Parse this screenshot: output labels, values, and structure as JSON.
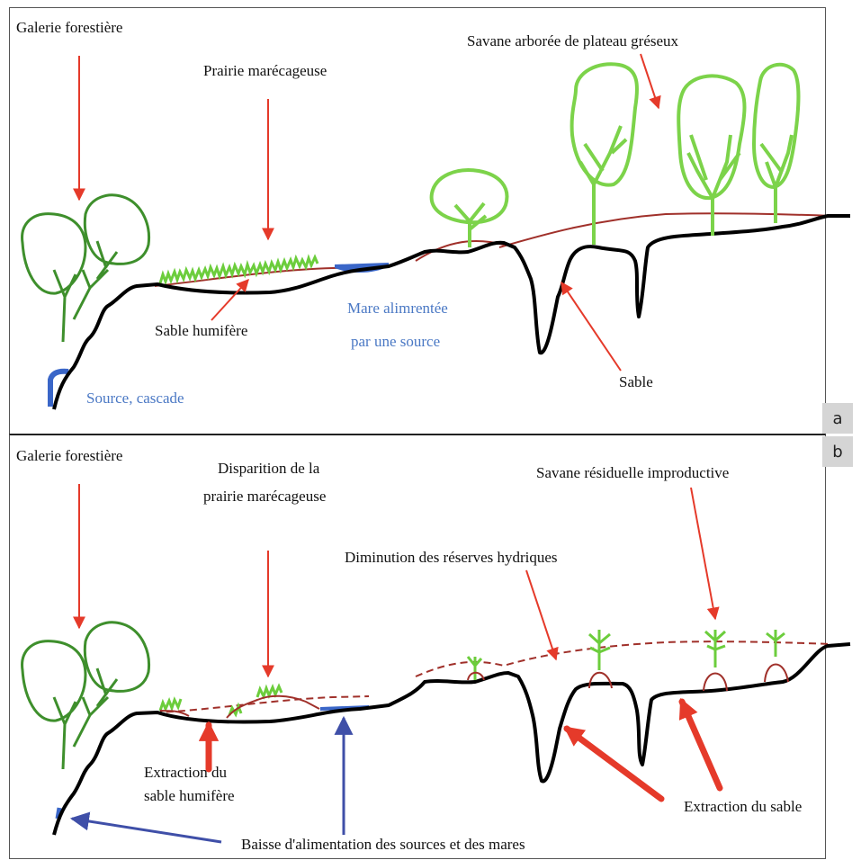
{
  "panels": [
    {
      "tab": "a",
      "labels": {
        "galerie": "Galerie forestière",
        "prairie": "Prairie marécageuse",
        "savane": "Savane arborée de plateau gréseux",
        "mare_line1": "Mare alimrentée",
        "mare_line2": "par une source",
        "sable_humifere": "Sable humifère",
        "source": "Source, cascade",
        "sable": "Sable"
      }
    },
    {
      "tab": "b",
      "labels": {
        "galerie": "Galerie forestière",
        "disparition_line1": "Disparition de la",
        "disparition_line2": "prairie marécageuse",
        "savane_residuelle": "Savane résiduelle improductive",
        "diminution": "Diminution des réserves hydriques",
        "extraction_humifere_line1": "Extraction du",
        "extraction_humifere_line2": "sable humifère",
        "extraction_sable": "Extraction du sable",
        "baisse": "Baisse d'alimentation des sources et des mares"
      }
    }
  ],
  "colors": {
    "ground": "#000000",
    "tree": "#6ccd3c",
    "sand_layer": "#a0302a",
    "arrow_red": "#e53a2a",
    "water": "#3a66c8",
    "arrow_blue": "#3f4fa8"
  }
}
